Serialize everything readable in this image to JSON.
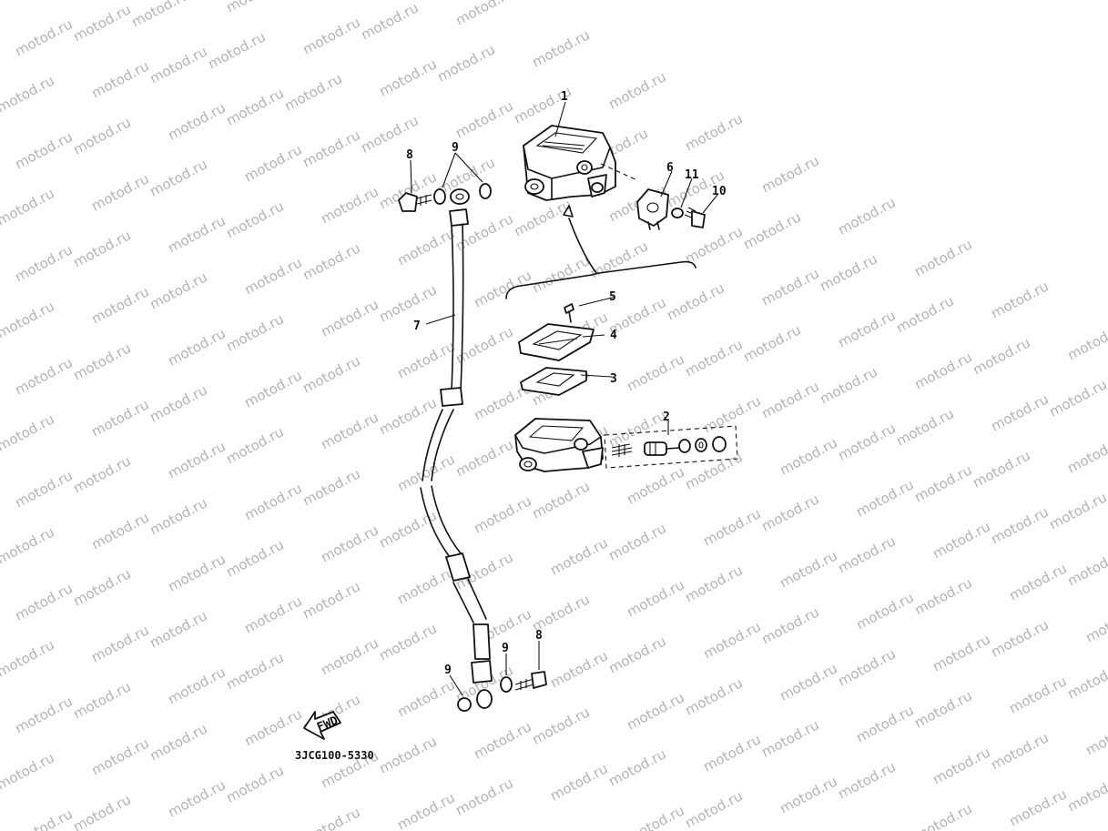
{
  "watermark": {
    "text": "motod.ru",
    "color": "#b3b3b3"
  },
  "diagram": {
    "part_code": "3JCG100-5330",
    "fwd_label": "FWD",
    "callouts": [
      {
        "id": "c1",
        "text": "1"
      },
      {
        "id": "c2",
        "text": "2"
      },
      {
        "id": "c3",
        "text": "3"
      },
      {
        "id": "c4",
        "text": "4"
      },
      {
        "id": "c5",
        "text": "5"
      },
      {
        "id": "c6",
        "text": "6"
      },
      {
        "id": "c7",
        "text": "7"
      },
      {
        "id": "c8a",
        "text": "8"
      },
      {
        "id": "c8b",
        "text": "8"
      },
      {
        "id": "c9a",
        "text": "9"
      },
      {
        "id": "c9b",
        "text": "9"
      },
      {
        "id": "c9c",
        "text": "9"
      },
      {
        "id": "c10",
        "text": "10"
      },
      {
        "id": "c11",
        "text": "11"
      }
    ]
  }
}
